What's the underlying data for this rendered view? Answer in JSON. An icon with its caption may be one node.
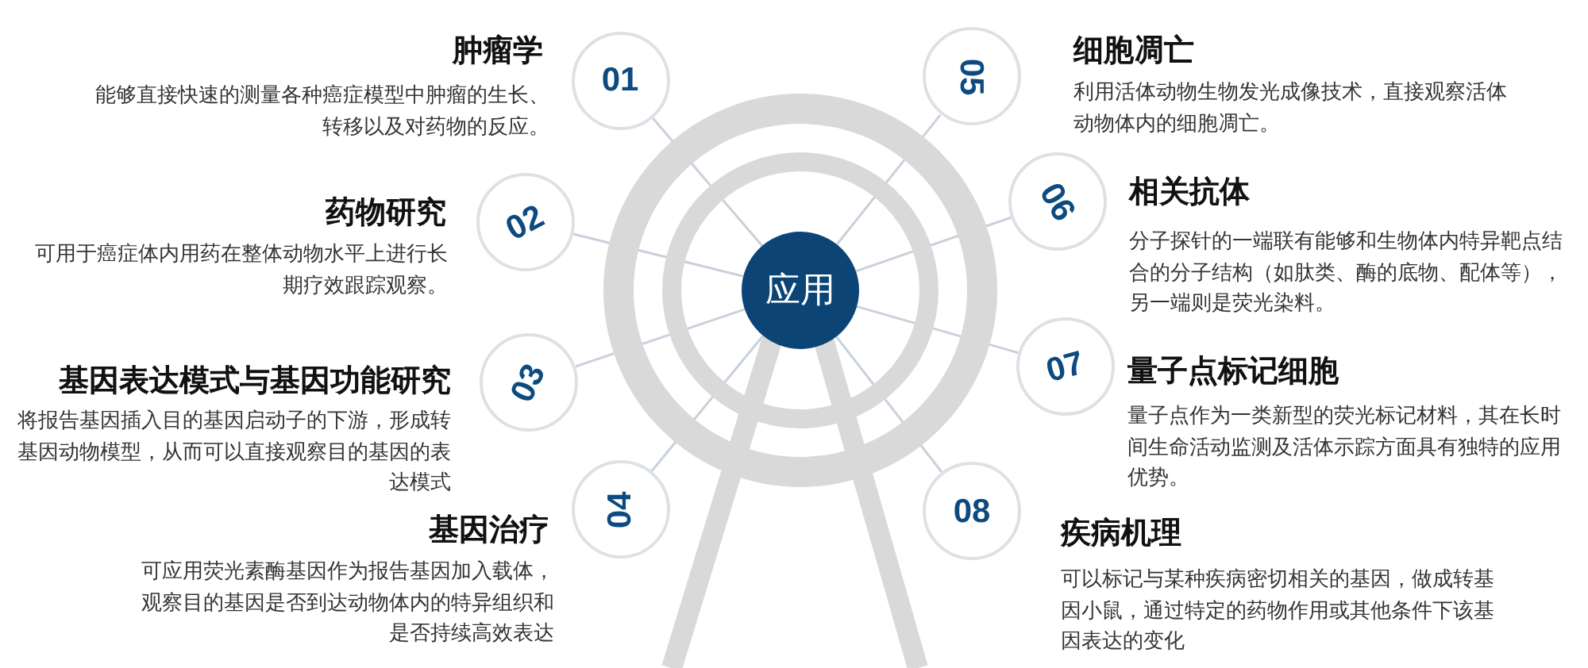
{
  "diagram": {
    "nodes": [
      {
        "text": [
          "应用"
        ]
      },
      {
        "text": [
          "01"
        ],
        "beside": [
          "肿瘤学",
          "能够直接快速的测量各种癌症模型中肿瘤的生长、转移以及对药物的反应。"
        ]
      },
      {
        "text": [
          "02"
        ],
        "beside": [
          "药物研究",
          "可用于癌症体内用药在整体动物水平上进行长期疗效跟踪观察。"
        ]
      },
      {
        "text": [
          "03"
        ],
        "beside": [
          "基因表达模式与基因功能研究",
          "将报告基因插入目的基因启动子的下游，形成转基因动物模型，从而可以直接观察目的基因的表达模式"
        ]
      },
      {
        "text": [
          "04"
        ],
        "beside": [
          "基因治疗",
          "可应用荧光素酶基因作为报告基因加入载体，观察目的基因是否到达动物体内的特异组织和是否持续高效表达"
        ]
      },
      {
        "text": [
          "05"
        ],
        "beside": [
          "细胞凋亡",
          "利用活体动物生物发光成像技术，直接观察活体动物体内的细胞凋亡。"
        ]
      },
      {
        "text": [
          "06"
        ],
        "beside": [
          "相关抗体",
          "分子探针的一端联有能够和生物体内特异靶点结合的分子结构（如肽类、酶的底物、配体等），另一端则是荧光染料。"
        ]
      },
      {
        "text": [
          "07"
        ],
        "beside": [
          "量子点标记细胞",
          "量子点作为一类新型的荧光标记材料，其在长时间生命活动监测及活体示踪方面具有独特的应用优势。"
        ]
      },
      {
        "text": [
          "08"
        ],
        "beside": [
          "疾病机理",
          "可以标记与某种疾病密切相关的基因，做成转基因小鼠，通过特定的药物作用或其他条件下该基因表达的变化"
        ]
      }
    ],
    "edges": [
      {
        "from": 0,
        "to": 1,
        "arrow": "none"
      },
      {
        "from": 0,
        "to": 2,
        "arrow": "none"
      },
      {
        "from": 0,
        "to": 3,
        "arrow": "none"
      },
      {
        "from": 0,
        "to": 4,
        "arrow": "none"
      },
      {
        "from": 0,
        "to": 5,
        "arrow": "none"
      },
      {
        "from": 0,
        "to": 6,
        "arrow": "none"
      },
      {
        "from": 0,
        "to": 7,
        "arrow": "none"
      },
      {
        "from": 0,
        "to": 8,
        "arrow": "none"
      }
    ]
  }
}
